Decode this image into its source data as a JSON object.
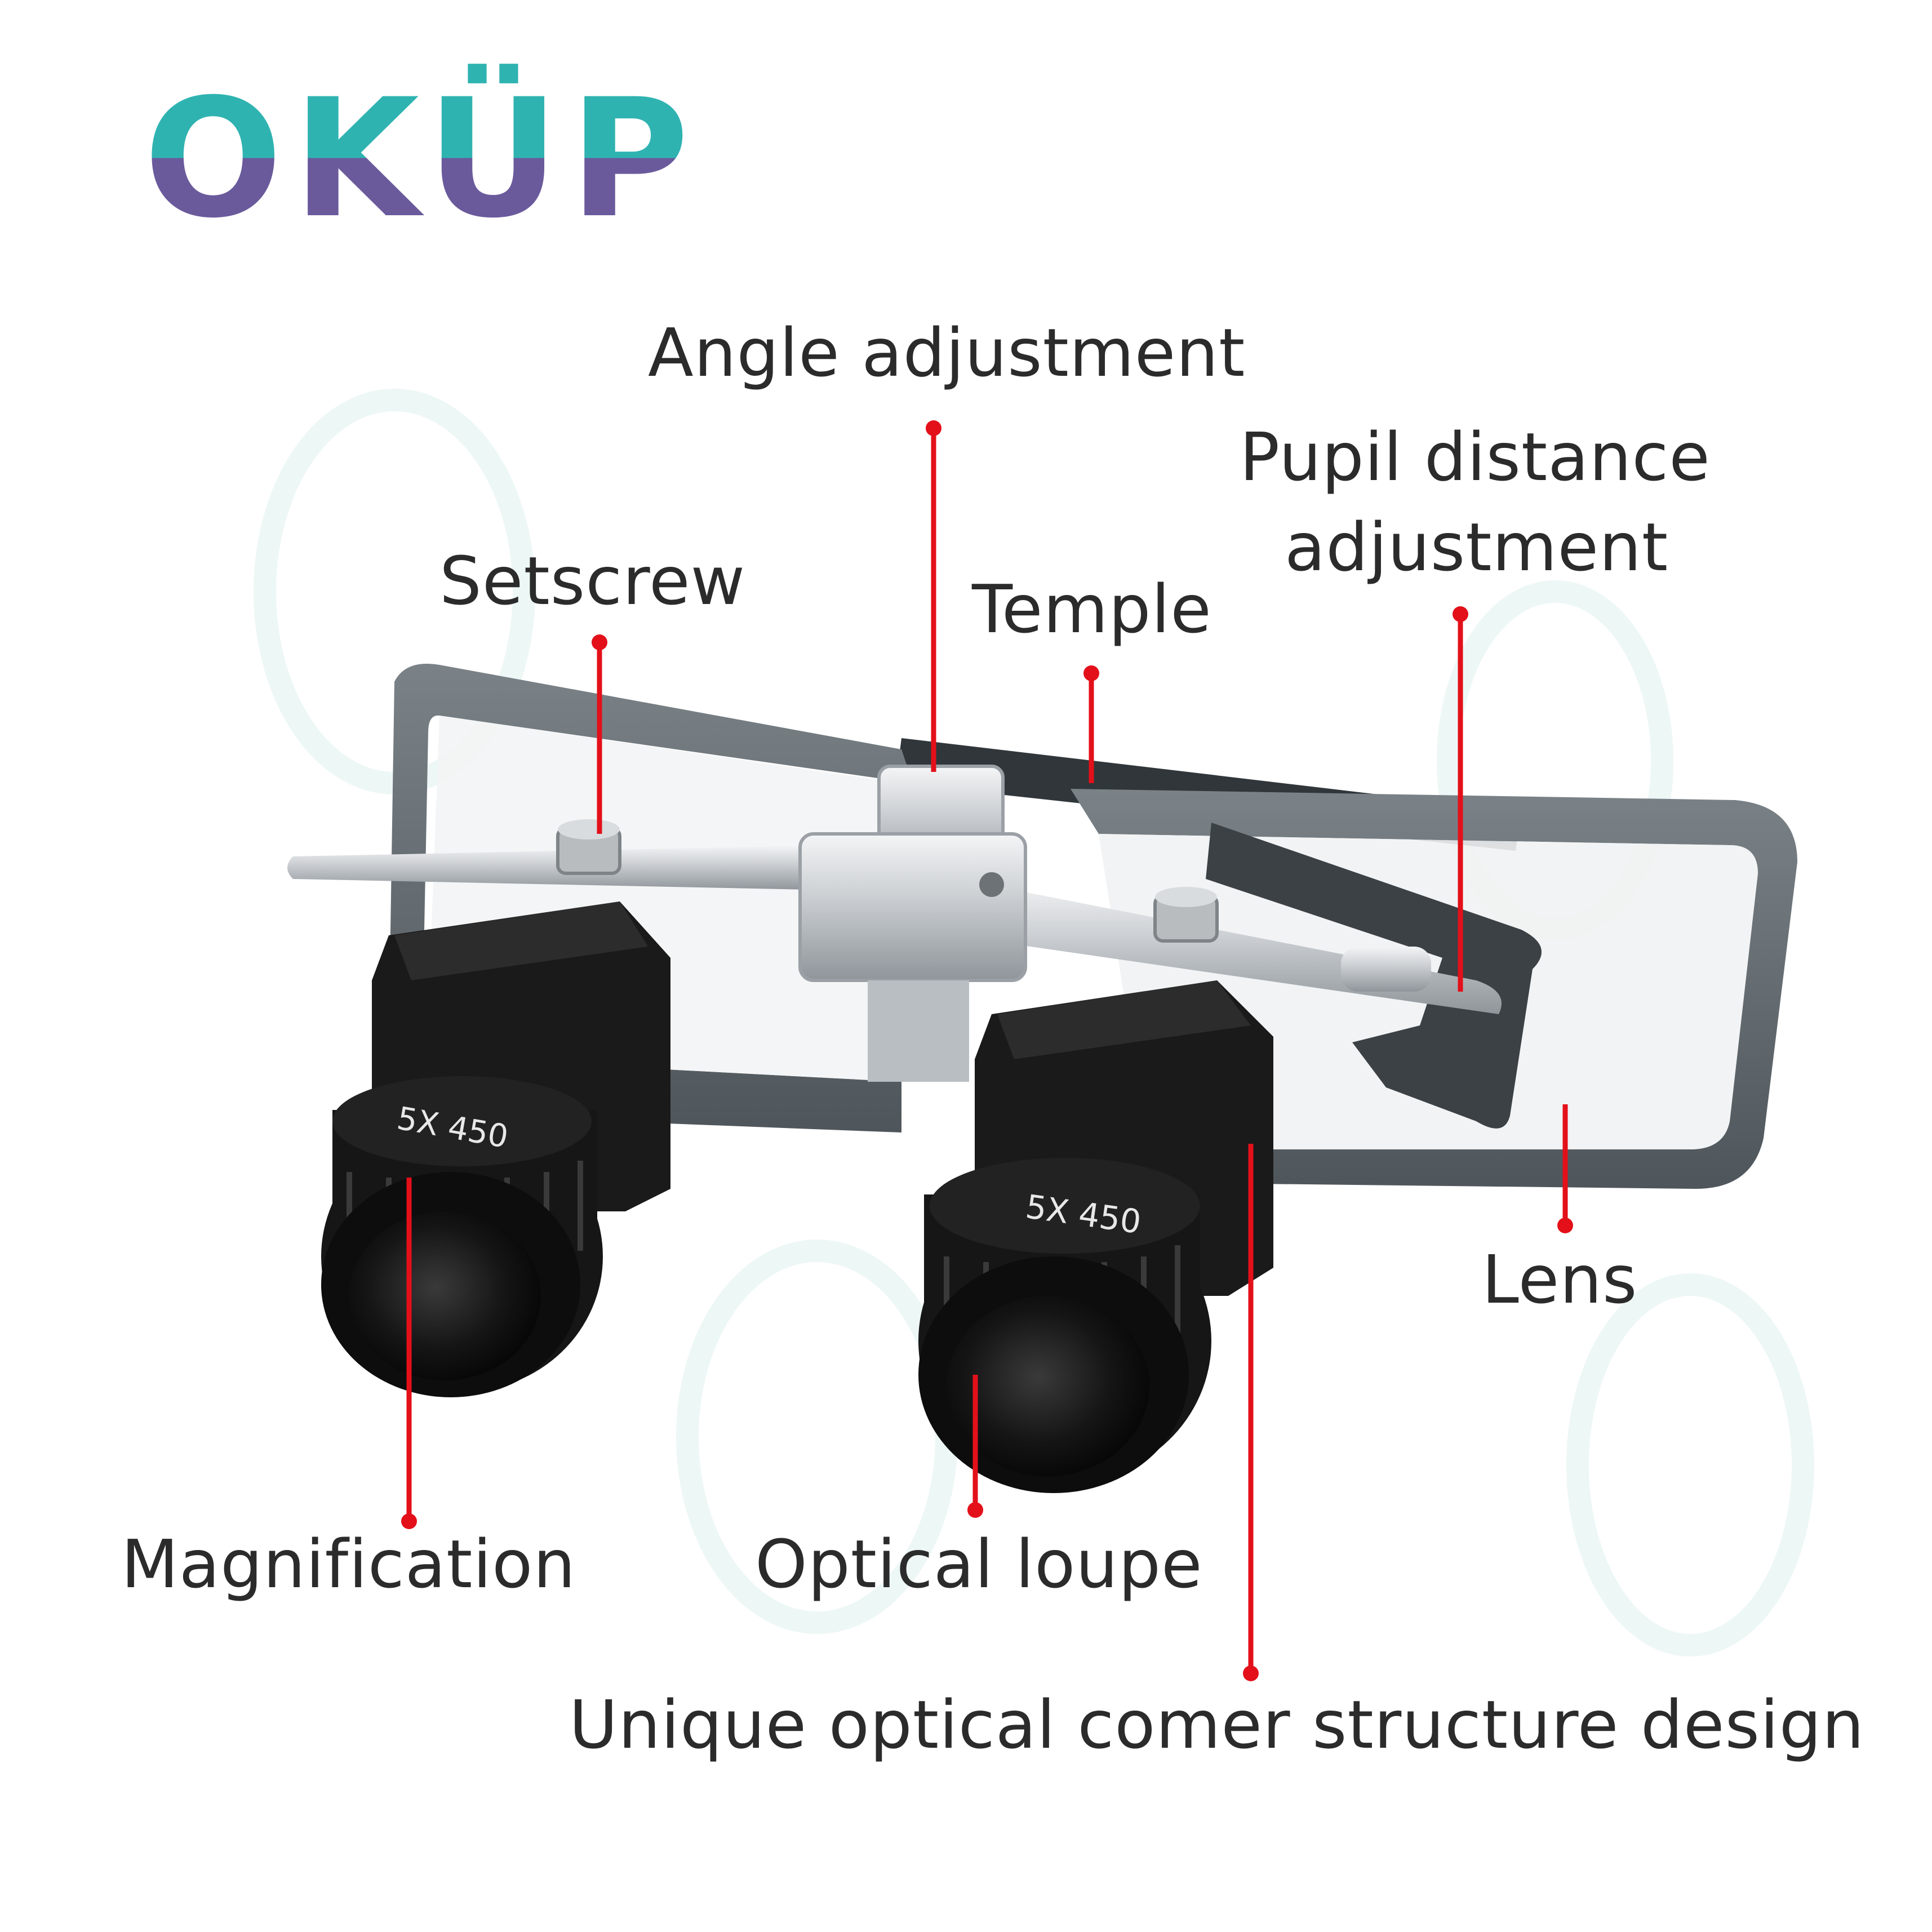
{
  "brand": {
    "logo_text": "OKÜP",
    "colors": {
      "teal": "#2fb3b1",
      "purple": "#6a5a9c"
    }
  },
  "product": {
    "magnification_engraving": "5X 450"
  },
  "callouts": {
    "angle_adjustment": "Angle adjustment",
    "pupil_distance_line1": "Pupil distance",
    "pupil_distance_line2": "adjustment",
    "setscrew": "Setscrew",
    "temple": "Temple",
    "lens": "Lens",
    "magnification": "Magnification",
    "optical_loupe": "Optical loupe",
    "corner_structure": "Unique optical comer structure design"
  },
  "colors": {
    "leader": "#e3101a",
    "frame": "#5c646a",
    "metal": "#c9cdd1",
    "barrel": "#141414",
    "text": "#2b2b2b"
  }
}
